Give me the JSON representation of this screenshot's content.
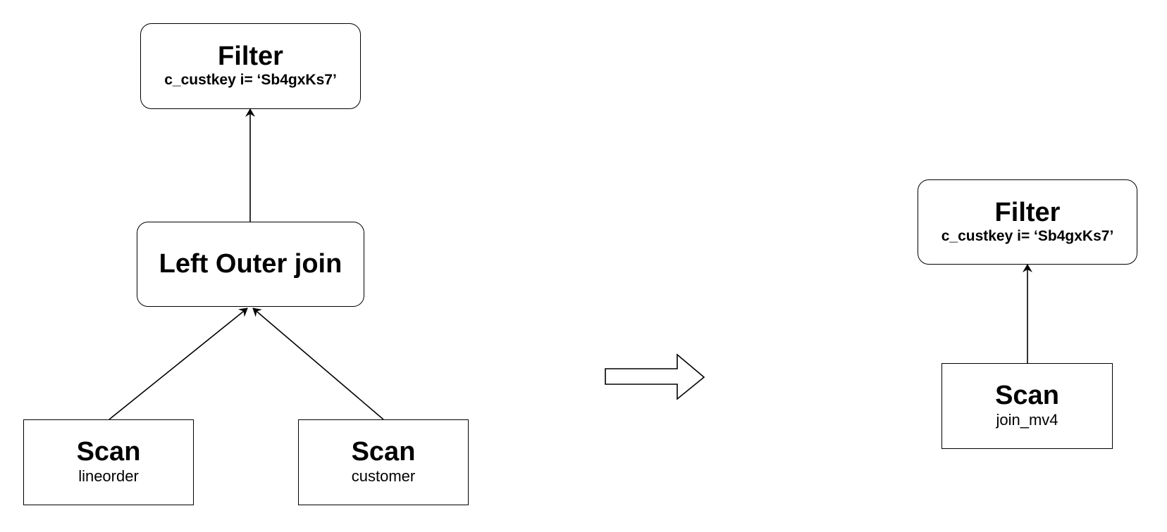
{
  "before_plan": {
    "filter": {
      "title": "Filter",
      "condition": "c_custkey i= ‘Sb4gxKs7’"
    },
    "join": {
      "title": "Left Outer join"
    },
    "scan_left": {
      "title": "Scan",
      "table": "lineorder"
    },
    "scan_right": {
      "title": "Scan",
      "table": "customer"
    }
  },
  "after_plan": {
    "filter": {
      "title": "Filter",
      "condition": "c_custkey i= ‘Sb4gxKs7’"
    },
    "scan": {
      "title": "Scan",
      "table": "join_mv4"
    }
  },
  "colors": {
    "stroke": "#000000",
    "fill": "#ffffff"
  }
}
